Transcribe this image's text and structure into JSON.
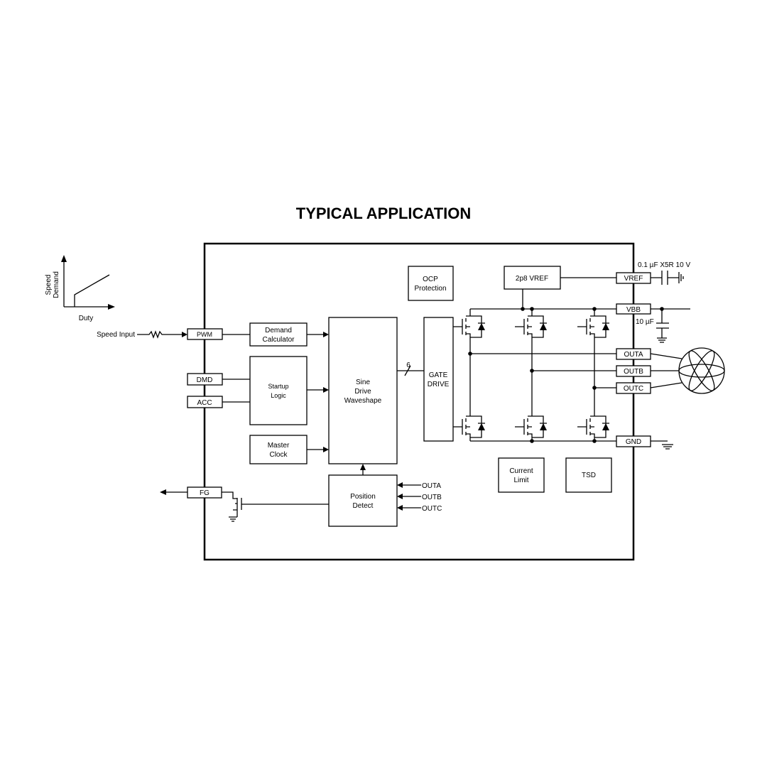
{
  "title": "TYPICAL APPLICATION",
  "graph": {
    "y_label_1": "Speed",
    "y_label_2": "Demand",
    "x_label": "Duty"
  },
  "speed_input": "Speed Input",
  "pins": {
    "pwm": "PWM",
    "dmd": "DMD",
    "acc": "ACC",
    "fg": "FG",
    "vref": "VREF",
    "vbb": "VBB",
    "outa": "OUTA",
    "outb": "OUTB",
    "outc": "OUTC",
    "gnd": "GND"
  },
  "blocks": {
    "demand_1": "Demand",
    "demand_2": "Calculator",
    "startup_1": "Startup",
    "startup_2": "Logic",
    "clock_1": "Master",
    "clock_2": "Clock",
    "sine_1": "Sine",
    "sine_2": "Drive",
    "sine_3": "Waveshape",
    "gate_1": "GATE",
    "gate_2": "DRIVE",
    "ocp_1": "OCP",
    "ocp_2": "Protection",
    "vref_block": "2p8 VREF",
    "pos_1": "Position",
    "pos_2": "Detect",
    "cl_1": "Current",
    "cl_2": "Limit",
    "tsd": "TSD"
  },
  "bus_width": "6",
  "pos_inputs": [
    "OUTA",
    "OUTB",
    "OUTC"
  ],
  "cap_vref": "0.1 µF X5R 10 V",
  "cap_vbb": "10 µF"
}
